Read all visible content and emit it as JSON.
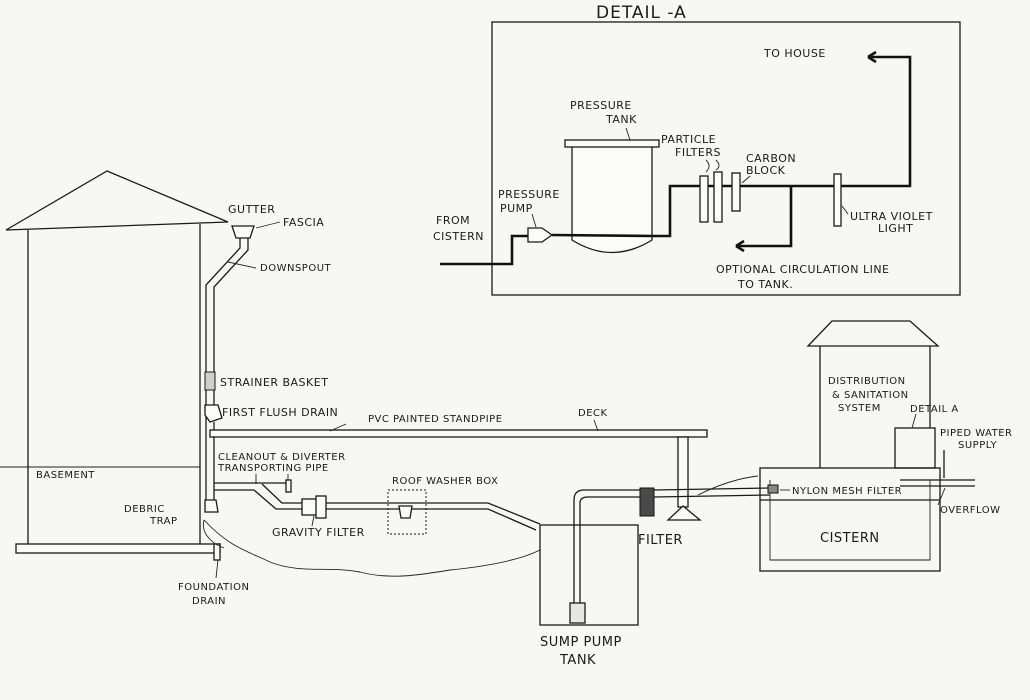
{
  "detail": {
    "title": "DETAIL -A",
    "to_house": "TO HOUSE",
    "pressure_tank": [
      "PRESSURE",
      "TANK"
    ],
    "particle_filters": [
      "PARTICLE",
      "FILTERS"
    ],
    "carbon_block": [
      "CARBON",
      "BLOCK"
    ],
    "pressure_pump": [
      "PRESSURE",
      "PUMP"
    ],
    "from_cistern": [
      "FROM",
      "CISTERN"
    ],
    "ultra_violet_light": [
      "ULTRA VIOLET",
      "LIGHT"
    ],
    "optional_circulation": [
      "OPTIONAL CIRCULATION LINE",
      "TO TANK."
    ]
  },
  "house": {
    "gutter": "GUTTER",
    "fascia": "FASCIA",
    "downspout": "DOWNSPOUT",
    "strainer_basket": "STRAINER BASKET",
    "first_flush_drain": "FIRST FLUSH DRAIN",
    "pvc_standpipe": "PVC PAINTED STANDPIPE",
    "deck": "DECK",
    "cleanout": [
      "CLEANOUT & DIVERTER",
      "TRANSPORTING PIPE"
    ],
    "basement": "BASEMENT",
    "debris_trap": [
      "DEBRIC",
      "TRAP"
    ],
    "foundation_drain": [
      "FOUNDATION",
      "DRAIN"
    ]
  },
  "system": {
    "roof_washer_box": "ROOF WASHER BOX",
    "gravity_filter": "GRAVITY FILTER",
    "filter": "FILTER",
    "sump_pump_tank": [
      "SUMP PUMP",
      "TANK"
    ],
    "distribution": [
      "DISTRIBUTION",
      "& SANITATION",
      "SYSTEM"
    ],
    "detail_a": "DETAIL A",
    "piped_water_supply": [
      "PIPED WATER",
      "SUPPLY"
    ],
    "nylon_mesh_filter": "NYLON MESH FILTER",
    "overflow": "OVERFLOW",
    "cistern": "CISTERN"
  }
}
